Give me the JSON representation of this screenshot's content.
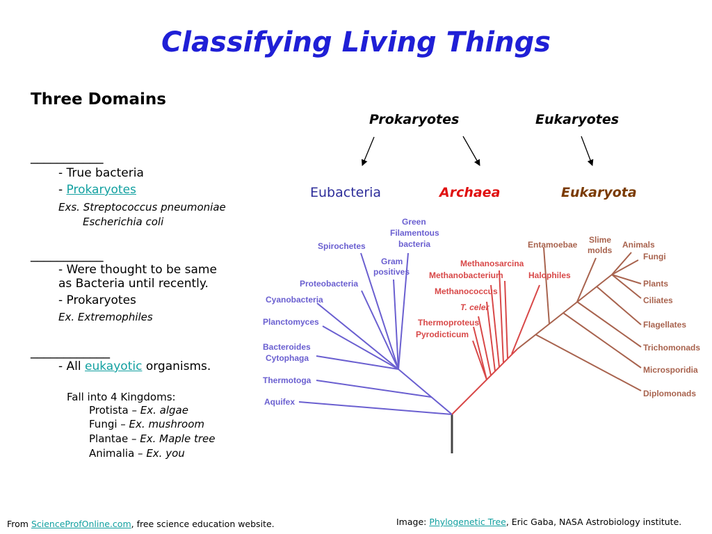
{
  "title": "Classifying Living Things",
  "subtitle": "Three Domains",
  "domains": {
    "d1": {
      "blank": "___________",
      "line1": "- True bacteria",
      "line2_prefix": "- ",
      "line2_link": "Prokaryotes",
      "ex1": "Exs. Streptococcus pneumoniae",
      "ex2": "Escherichia coli"
    },
    "d2": {
      "blank": "___________",
      "line1a": "- Were thought to be same",
      "line1b": "as Bacteria until recently.",
      "line2": "- Prokaryotes",
      "ex": "Ex. Extremophiles"
    },
    "d3": {
      "blank": "____________",
      "line1_prefix": "- All ",
      "line1_link": "eukayotic",
      "line1_suffix": " organisms.",
      "kingdoms_intro": "Fall into 4 Kingdoms:",
      "kingdoms": [
        {
          "name": "Protista – ",
          "ex": "Ex. algae"
        },
        {
          "name": "Fungi – ",
          "ex": "Ex. mushroom"
        },
        {
          "name": "Plantae – ",
          "ex": "Ex. Maple tree"
        },
        {
          "name": "Animalia – ",
          "ex": "Ex. you"
        }
      ]
    }
  },
  "diagram": {
    "prokaryotes": "Prokaryotes",
    "eukaryotes": "Eukaryotes",
    "eubacteria": "Eubacteria",
    "archaea": "Archaea",
    "eukaryota": "Eukaryota",
    "colors": {
      "bacteria": "#6a5fd0",
      "archaea": "#d84848",
      "eukarya": "#a8634e",
      "root": "#444444",
      "eubacteria_text": "#2d2d9a",
      "archaea_text": "#e01010",
      "eukaryota_text": "#7a3a00"
    },
    "bacteria_labels": [
      "Spirochetes",
      "Green",
      "Filamentous",
      "bacteria",
      "Gram",
      "positives",
      "Proteobacteria",
      "Cyanobacteria",
      "Planctomyces",
      "Bacteroides",
      "Cytophaga",
      "Thermotoga",
      "Aquifex"
    ],
    "archaea_labels": [
      "Methanosarcina",
      "Methanobacterium",
      "Halophiles",
      "Methanococcus",
      "T. celer",
      "Thermoproteus",
      "Pyrodicticum"
    ],
    "eukarya_labels": [
      "Entamoebae",
      "Slime",
      "molds",
      "Animals",
      "Fungi",
      "Plants",
      "Ciliates",
      "Flagellates",
      "Trichomonads",
      "Microsporidia",
      "Diplomonads"
    ]
  },
  "footer": {
    "from_prefix": "From ",
    "from_link": "ScienceProfOnline.com",
    "from_suffix": ", free science education website.",
    "image_prefix": "Image: ",
    "image_link": "Phylogenetic Tree",
    "image_suffix": ", Eric Gaba, NASA Astrobiology institute."
  }
}
